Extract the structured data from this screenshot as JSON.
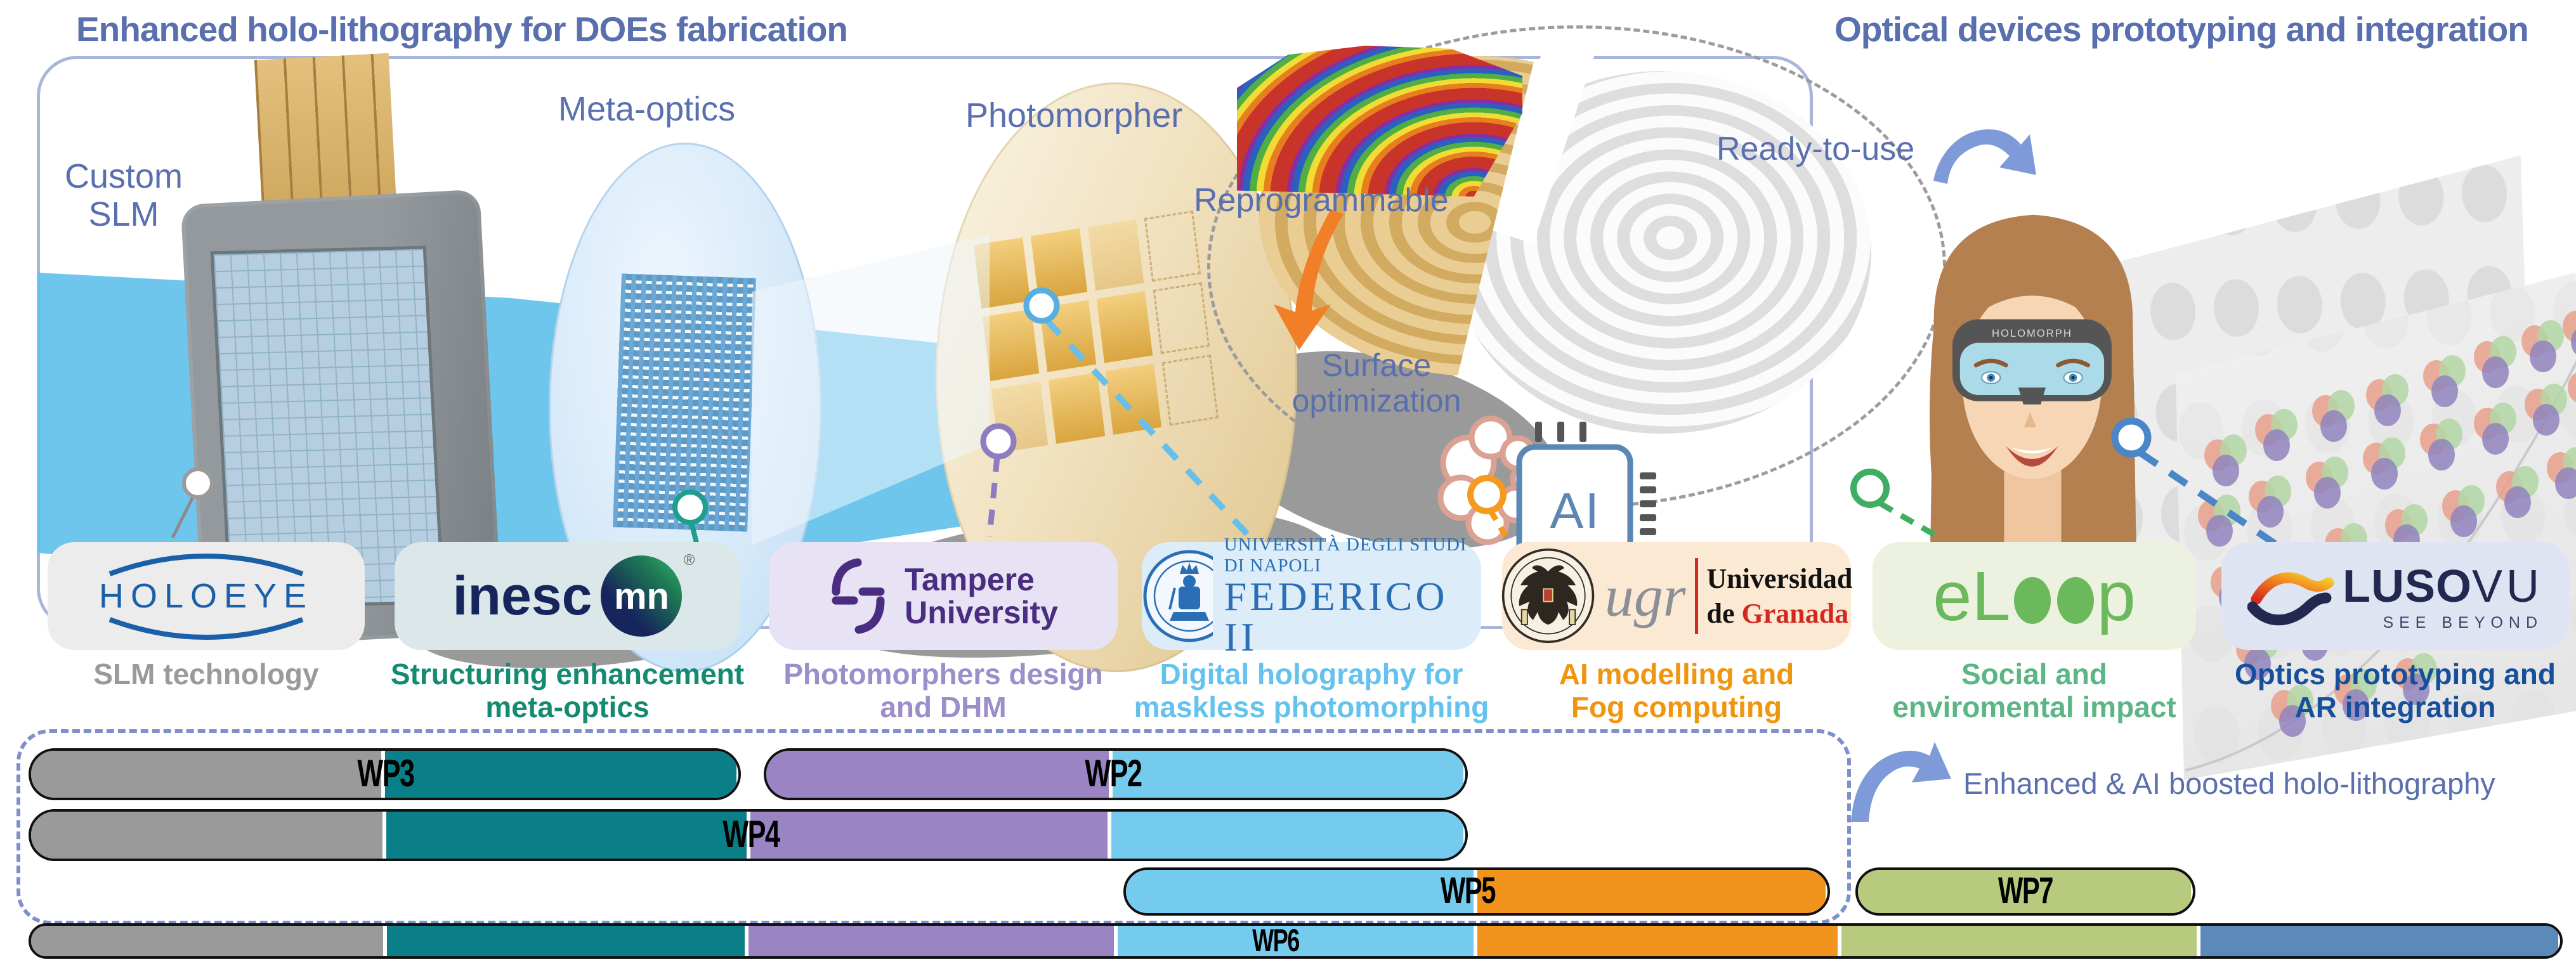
{
  "titles": {
    "left": "Enhanced holo-lithography for DOEs fabrication",
    "right": "Optical devices prototyping and integration"
  },
  "scene_labels": {
    "custom_slm": [
      "Custom",
      "SLM"
    ],
    "meta_optics": "Meta-optics",
    "photomorpher": "Photomorpher",
    "reprogrammable": "Reprogrammable",
    "ready_to_use": "Ready-to-use",
    "surface_optimization": [
      "Surface",
      "optimization"
    ],
    "ai_chip": "AI",
    "ar_glasses_brand": "HOLOMORPH"
  },
  "partners": [
    {
      "name": "HOLOEYE",
      "logo": {
        "text": "HOLOEYE",
        "color": "#1a5fa8"
      },
      "caption_lines": [
        "SLM technology"
      ],
      "caption_color": "#9a9a9a",
      "card_bg": "#ececec"
    },
    {
      "name": "INESC MN",
      "logo": {
        "text_left": "inesc",
        "badge": "mn",
        "registered": "®",
        "navy": "#16265c",
        "green": "#27a06b"
      },
      "caption_lines": [
        "Structuring enhancement",
        "meta-optics"
      ],
      "caption_color": "#148a70",
      "card_bg": "#dbe7e9"
    },
    {
      "name": "Tampere University",
      "logo": {
        "line1": "Tampere",
        "line2": "University",
        "color": "#4a2d80"
      },
      "caption_lines": [
        "Photomorphers design",
        "and DHM"
      ],
      "caption_color": "#9c8ecb",
      "card_bg": "#e7e3f4"
    },
    {
      "name": "Università degli Studi di Napoli Federico II",
      "logo": {
        "line1": "UNIVERSITÀ DEGLI STUDI DI NAPOLI",
        "line2": "FEDERICO II",
        "color": "#2a6fb5"
      },
      "caption_lines": [
        "Digital holography for",
        "maskless photomorphing"
      ],
      "caption_color": "#63c3ee",
      "card_bg": "#dcedf9"
    },
    {
      "name": "Universidad de Granada",
      "logo": {
        "acronym": "ugr",
        "line1": "Universidad",
        "line2_black": "de",
        "line2_red": "Granada",
        "red": "#d3281e"
      },
      "caption_lines": [
        "AI modelling and",
        "Fog computing"
      ],
      "caption_color": "#f0950f",
      "card_bg": "#fbe9d3"
    },
    {
      "name": "eLoop",
      "logo": {
        "left": "eL",
        "right": "p",
        "color": "#6cb85c"
      },
      "caption_lines": [
        "Social and",
        "enviromental impact"
      ],
      "caption_color": "#5cb585",
      "card_bg": "#edf2e0"
    },
    {
      "name": "LusoVU",
      "logo": {
        "bold": "LUSO",
        "light": "VU",
        "tagline": "SEE BEYOND",
        "navy": "#232850"
      },
      "caption_lines": [
        "Optics prototyping and",
        "AR integration"
      ],
      "caption_color": "#174f9b",
      "card_bg": "#dfe4f3"
    }
  ],
  "wp_note": "Enhanced & AI boosted holo-lithography",
  "chart_data": {
    "type": "gantt",
    "title": "",
    "note": "Enhanced & AI boosted holo-lithography",
    "colors": {
      "gray": "#9a9a9a",
      "teal": "#0b7f87",
      "purple": "#9b84c3",
      "light_blue": "#74cbee",
      "orange": "#f0941e",
      "olive": "#b7ca7d",
      "steel_blue": "#5b8ab8"
    },
    "rows": [
      {
        "bars": [
          {
            "label": "WP3",
            "start": 0.0,
            "end": 0.281,
            "label_x": 0.141,
            "segments": [
              {
                "color": "gray",
                "start": 0.0,
                "end": 0.14
              },
              {
                "color": "teal",
                "start": 0.14,
                "end": 0.281
              }
            ]
          },
          {
            "label": "WP2",
            "start": 0.29,
            "end": 0.568,
            "label_x": 0.428,
            "segments": [
              {
                "color": "purple",
                "start": 0.29,
                "end": 0.427
              },
              {
                "color": "light_blue",
                "start": 0.427,
                "end": 0.568
              }
            ]
          }
        ]
      },
      {
        "bars": [
          {
            "label": "WP4",
            "start": 0.0,
            "end": 0.568,
            "label_x": 0.285,
            "segments": [
              {
                "color": "gray",
                "start": 0.0,
                "end": 0.14
              },
              {
                "color": "teal",
                "start": 0.14,
                "end": 0.284
              },
              {
                "color": "purple",
                "start": 0.284,
                "end": 0.427
              },
              {
                "color": "light_blue",
                "start": 0.427,
                "end": 0.568
              }
            ]
          }
        ]
      },
      {
        "bars": [
          {
            "label": "WP5",
            "start": 0.432,
            "end": 0.711,
            "label_x": 0.568,
            "segments": [
              {
                "color": "light_blue",
                "start": 0.432,
                "end": 0.571
              },
              {
                "color": "orange",
                "start": 0.571,
                "end": 0.711
              }
            ]
          },
          {
            "label": "WP7",
            "start": 0.721,
            "end": 0.855,
            "label_x": 0.788,
            "segments": [
              {
                "color": "olive",
                "start": 0.721,
                "end": 0.855
              }
            ]
          }
        ]
      },
      {
        "bars": [
          {
            "label": "WP6",
            "start": 0.0,
            "end": 1.0,
            "label_x": 0.492,
            "segments": [
              {
                "color": "gray",
                "start": 0.0,
                "end": 0.14
              },
              {
                "color": "teal",
                "start": 0.14,
                "end": 0.283
              },
              {
                "color": "purple",
                "start": 0.283,
                "end": 0.429
              },
              {
                "color": "light_blue",
                "start": 0.429,
                "end": 0.571
              },
              {
                "color": "orange",
                "start": 0.571,
                "end": 0.715
              },
              {
                "color": "olive",
                "start": 0.715,
                "end": 0.857
              },
              {
                "color": "steel_blue",
                "start": 0.857,
                "end": 1.0
              }
            ]
          }
        ]
      }
    ]
  }
}
